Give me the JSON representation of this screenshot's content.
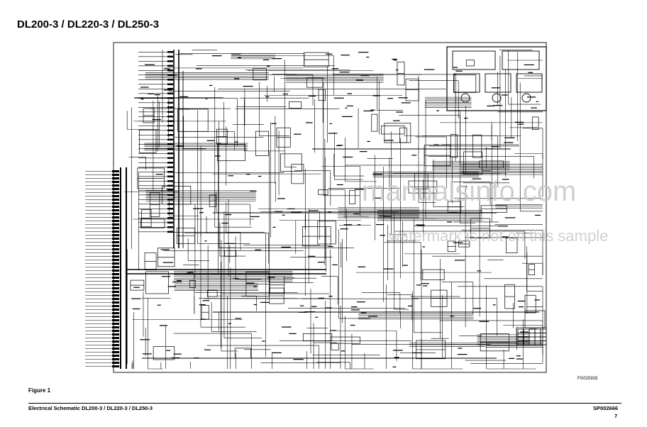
{
  "header": {
    "title": "DL200-3 / DL220-3 / DL250-3"
  },
  "figure": {
    "caption": "Figure 1",
    "code": "FG025928"
  },
  "footer": {
    "left": "Electrical Schematic DL200-3 / DL220-3 / DL250-3",
    "right": "SP002666",
    "page_number": "7"
  },
  "watermark": {
    "text": "manualsinfo.com",
    "subtext": "watermark is not on this sample"
  },
  "colors": {
    "ink": "#000000",
    "watermark": "#c8c8c8",
    "background": "#ffffff"
  }
}
